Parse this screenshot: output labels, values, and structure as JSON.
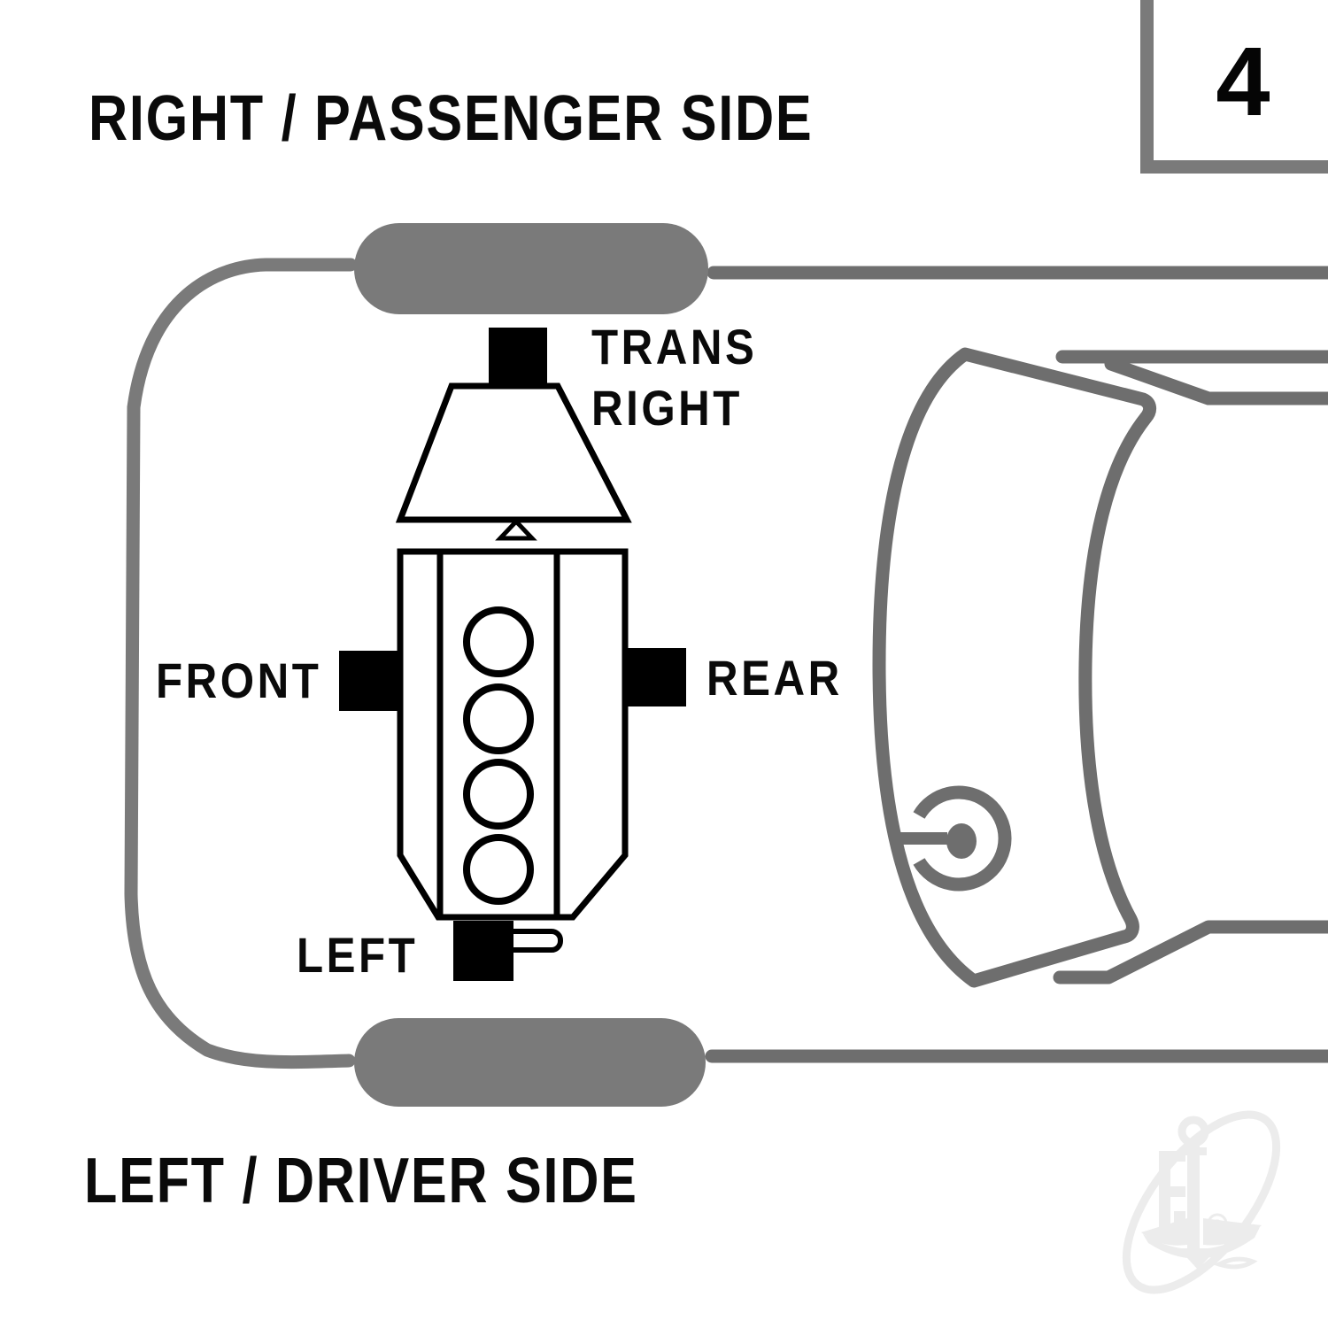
{
  "page": {
    "title_top": "RIGHT / PASSENGER SIDE",
    "title_bottom": "LEFT / DRIVER SIDE",
    "page_number": "4"
  },
  "diagram": {
    "type": "engine-mount-location-top-view",
    "vehicle_view": "top-down, front of vehicle at right",
    "engine": {
      "cylinders": 4,
      "layout": "transverse inline-4 with transmission at top"
    },
    "mounts": [
      {
        "id": "trans-right",
        "label_lines": [
          "TRANS",
          "RIGHT"
        ],
        "position": "top-of-engine"
      },
      {
        "id": "front",
        "label": "FRONT",
        "position": "left-of-engine"
      },
      {
        "id": "rear",
        "label": "REAR",
        "position": "right-of-engine"
      },
      {
        "id": "left",
        "label": "LEFT",
        "position": "bottom-of-engine"
      }
    ]
  },
  "watermark": {
    "name": "anchor-logo",
    "registered_mark": "®"
  },
  "colors": {
    "background": "#ffffff",
    "ink_black": "#000000",
    "car_line_gray": "#6e6e6e",
    "tire_gray": "#7a7a7a",
    "watermark_gray": "#ececec"
  }
}
